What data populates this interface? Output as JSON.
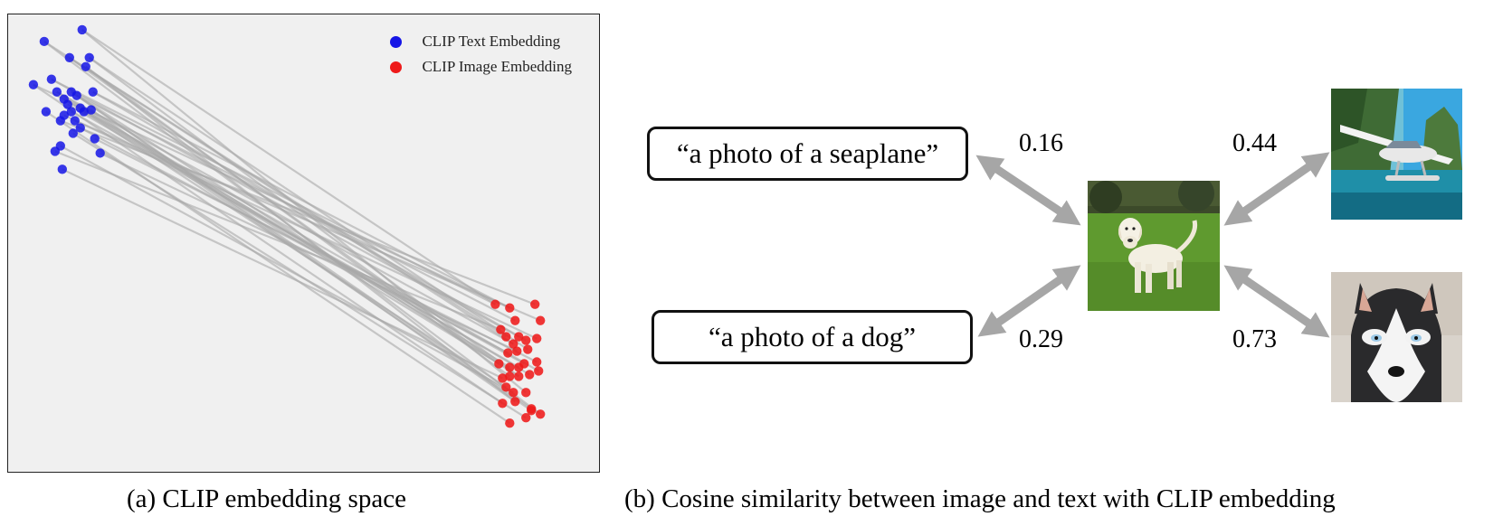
{
  "panel_a": {
    "caption": "(a) CLIP embedding space",
    "legend": [
      {
        "label": "CLIP Text Embedding",
        "color": "#1515e6"
      },
      {
        "label": "CLIP Image Embedding",
        "color": "#ee1a1a"
      }
    ]
  },
  "panel_b": {
    "caption": "(b) Cosine similarity between image and text with CLIP embedding",
    "texts": {
      "seaplane": "“a photo of a seaplane”",
      "dog": "“a photo of a dog”"
    },
    "scores": {
      "seaplane_text": "0.16",
      "dog_text": "0.29",
      "seaplane_image": "0.44",
      "husky_image": "0.73"
    },
    "images": [
      "dog-photo",
      "seaplane-photo",
      "husky-photo"
    ]
  },
  "colors": {
    "text_embedding": "#1515e6",
    "image_embedding": "#ee1a1a",
    "connector": "#a8a8a8",
    "arrow": "#a6a6a6",
    "panel_bg": "#f0f0f0"
  }
}
